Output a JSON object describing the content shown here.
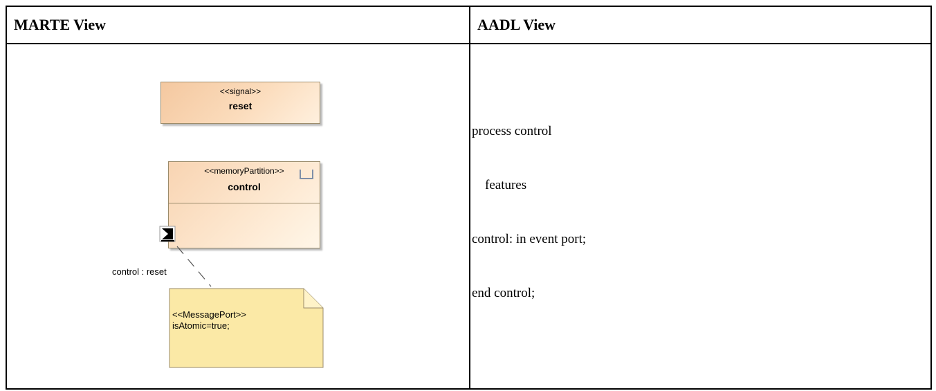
{
  "table": {
    "left_header": "MARTE View",
    "right_header": "AADL View"
  },
  "marte": {
    "signal": {
      "stereotype": "<<signal>>",
      "name": "reset"
    },
    "partition": {
      "stereotype": "<<memoryPartition>>",
      "name": "control",
      "icon": "component-icon"
    },
    "port": {
      "label": "control : reset",
      "icon": "port-icon"
    },
    "note": {
      "line1": "<<MessagePort>>",
      "line2": "isAtomic=true;"
    }
  },
  "aadl": {
    "lines": [
      "process control",
      "    features",
      "control: in event port;",
      "end control;"
    ]
  },
  "colors": {
    "border": "#000000",
    "box_border": "#9b8b6b",
    "signal_fill": "#fbdcbc",
    "partition_fill": "#fde7cf",
    "note_fill": "#fbe9a6"
  }
}
